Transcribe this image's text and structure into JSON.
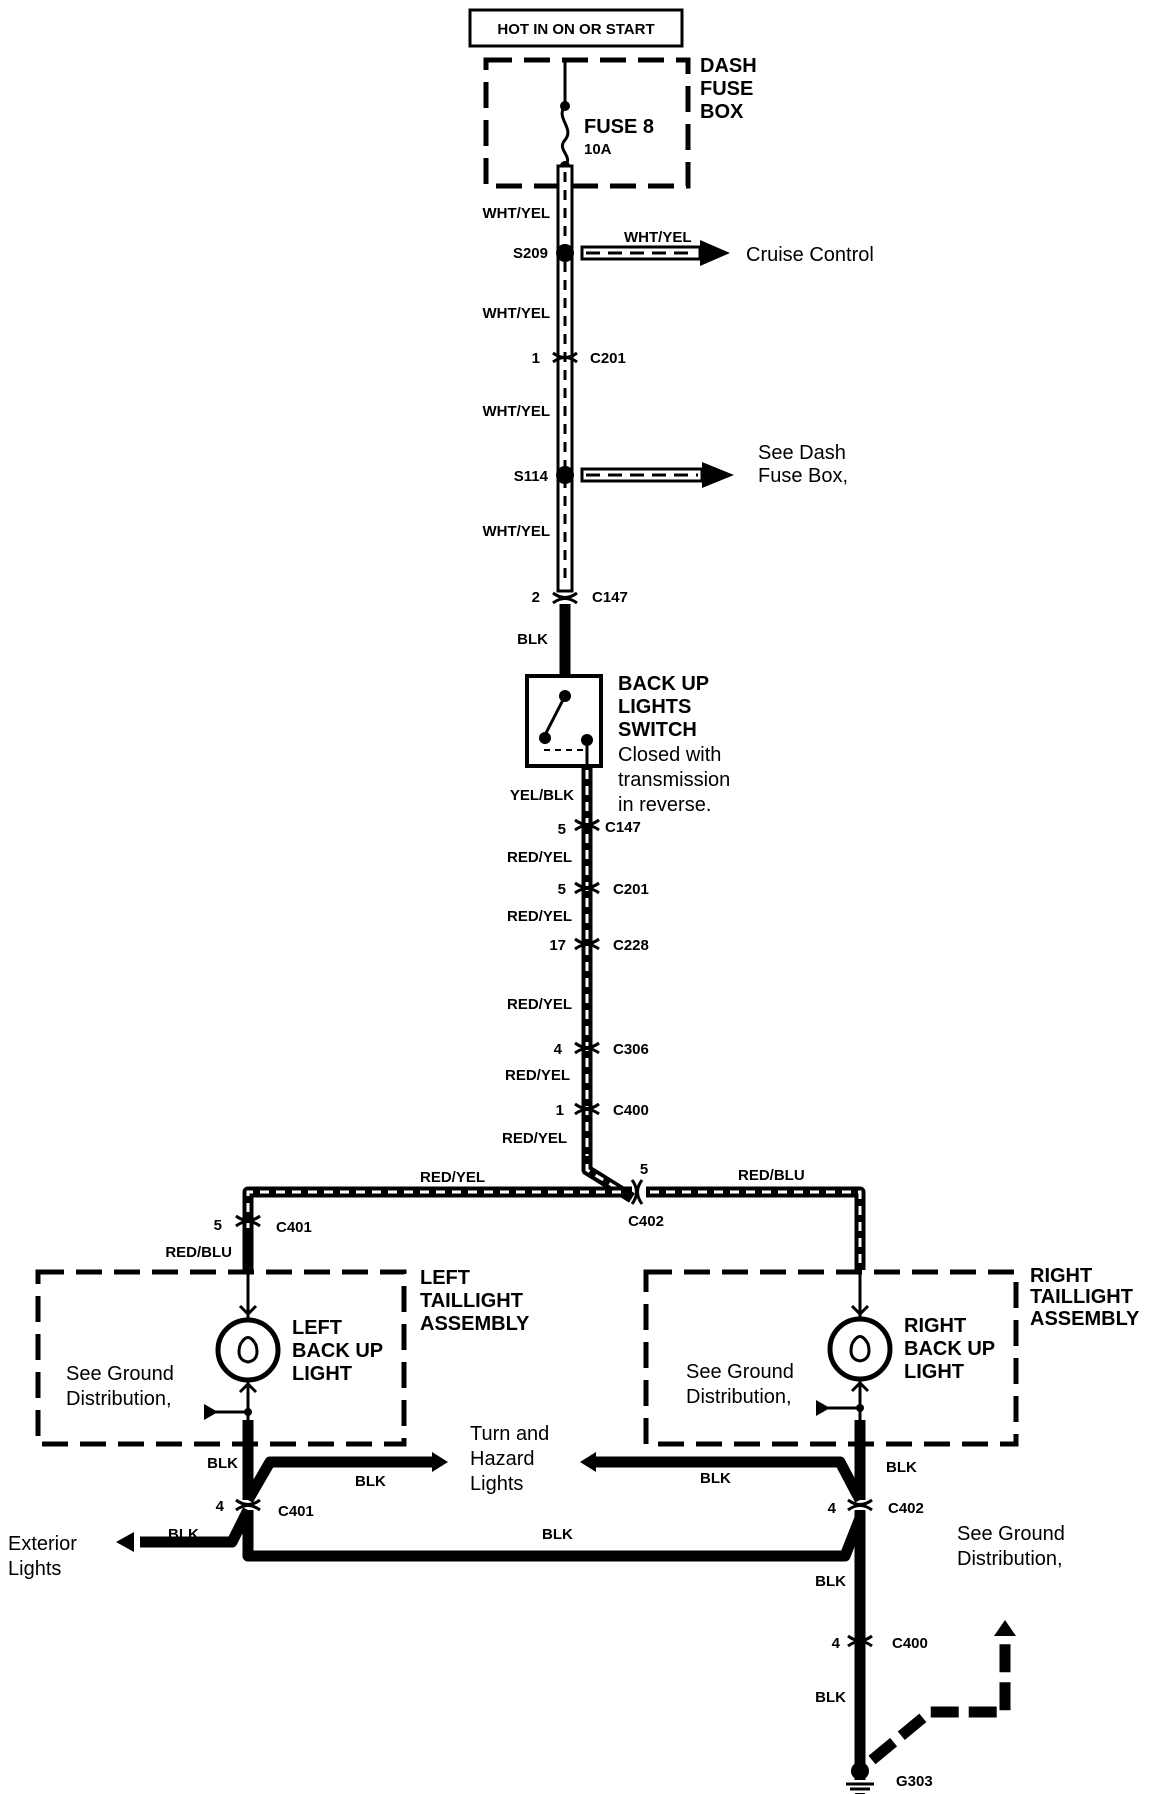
{
  "header_box": "HOT IN ON OR START",
  "dash_fuse_box": {
    "line1": "DASH",
    "line2": "FUSE",
    "line3": "BOX"
  },
  "fuse": {
    "name": "FUSE 8",
    "rating": "10A"
  },
  "splices": {
    "s209": "S209",
    "s114": "S114"
  },
  "wire_colors": {
    "wht_yel": "WHT/YEL",
    "blk": "BLK",
    "yel_blk": "YEL/BLK",
    "red_yel": "RED/YEL",
    "red_blu": "RED/BLU"
  },
  "cruise_control": "Cruise Control",
  "see_dash_fuse": {
    "line1": "See Dash",
    "line2": "Fuse Box,"
  },
  "connectors": {
    "c201": "C201",
    "c147": "C147",
    "c228": "C228",
    "c306": "C306",
    "c400": "C400",
    "c401": "C401",
    "c402": "C402"
  },
  "pins": {
    "p1": "1",
    "p2": "2",
    "p4": "4",
    "p5": "5",
    "p17": "17"
  },
  "switch": {
    "title1": "BACK UP",
    "title2": "LIGHTS",
    "title3": "SWITCH",
    "desc1": "Closed with",
    "desc2": "transmission",
    "desc3": "in reverse."
  },
  "left_assembly": {
    "line1": "LEFT",
    "line2": "TAILLIGHT",
    "line3": "ASSEMBLY"
  },
  "right_assembly": {
    "line1": "RIGHT",
    "line2": "TAILLIGHT",
    "line3": "ASSEMBLY"
  },
  "left_light": {
    "line1": "LEFT",
    "line2": "BACK UP",
    "line3": "LIGHT"
  },
  "right_light": {
    "line1": "RIGHT",
    "line2": "BACK UP",
    "line3": "LIGHT"
  },
  "see_ground": {
    "line1": "See Ground",
    "line2": "Distribution,"
  },
  "turn_hazard": {
    "line1": "Turn and",
    "line2": "Hazard",
    "line3": "Lights"
  },
  "exterior_lights": {
    "line1": "Exterior",
    "line2": "Lights"
  },
  "ground": "G303"
}
